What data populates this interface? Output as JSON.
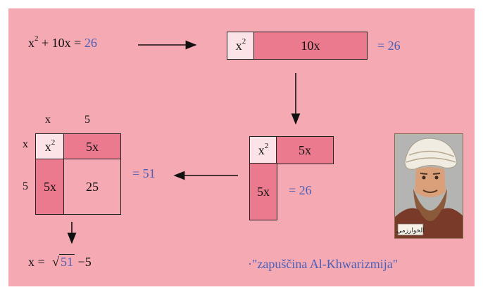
{
  "equation": {
    "lhs": "x",
    "sup": "2",
    "rest": " + 10x = ",
    "rhs": "26"
  },
  "top_rect": {
    "sq_label": "x",
    "sq_sup": "2",
    "rect_label": "10x",
    "equals": "= 26"
  },
  "grid": {
    "col_x": "x",
    "col_5": "5",
    "row_x": "x",
    "row_5": "5",
    "c11": "x",
    "c11_sup": "2",
    "c12": "5x",
    "c21": "5x",
    "c22": "25",
    "equals": "= 51"
  },
  "l_shape": {
    "sq_label": "x",
    "sq_sup": "2",
    "top": "5x",
    "bottom": "5x",
    "equals": "= 26"
  },
  "solution": {
    "lhs": "x  =",
    "radicand": "51",
    "tail": "−5"
  },
  "caption": "·\"zapuščina Al-Khwarizmija\"",
  "portrait": {
    "caption_arabic": "الخوارزمي"
  },
  "colors": {
    "background": "#f4a9b3",
    "accent": "#ec7a8f",
    "highlight": "#4b5fb7"
  }
}
